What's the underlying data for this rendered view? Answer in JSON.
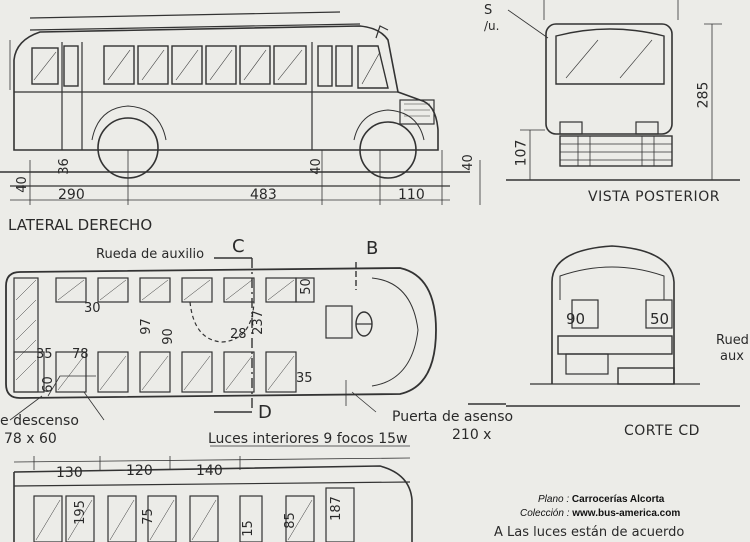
{
  "views": {
    "side": {
      "title": "LATERAL DERECHO",
      "dims": [
        "40",
        "290",
        "483",
        "110",
        "36",
        "40",
        "40"
      ]
    },
    "rear": {
      "title": "VISTA POSTERIOR",
      "dims": [
        "285",
        "107"
      ],
      "corner_text": "S",
      "corner_text2": "/u."
    },
    "plan": {
      "section_c": "C",
      "section_b": "B",
      "section_d": "D",
      "spare_wheel": "Rueda de auxilio",
      "dims": [
        "30",
        "97",
        "90",
        "28",
        "237",
        "50",
        "35",
        "78",
        "60",
        "35"
      ],
      "exit_door": "e descenso",
      "exit_size": "78 x 60",
      "entry_door": "Puerta de asenso",
      "entry_size": "210 x",
      "interior_lights": "Luces interiores  9 focos 15w"
    },
    "section": {
      "title": "CORTE CD",
      "dims": [
        "90",
        "50"
      ],
      "spare": "Rued",
      "spare2": "aux"
    },
    "bottom": {
      "dims": [
        "130",
        "120",
        "140",
        "195",
        "75",
        "15",
        "85",
        "187"
      ],
      "note": "A  Las luces  están  de acuerdo"
    }
  },
  "credits": {
    "plano_label": "Plano :",
    "plano_value": "Carrocerías Alcorta",
    "coleccion_label": "Colección :",
    "coleccion_value": "www.bus-america.com"
  }
}
